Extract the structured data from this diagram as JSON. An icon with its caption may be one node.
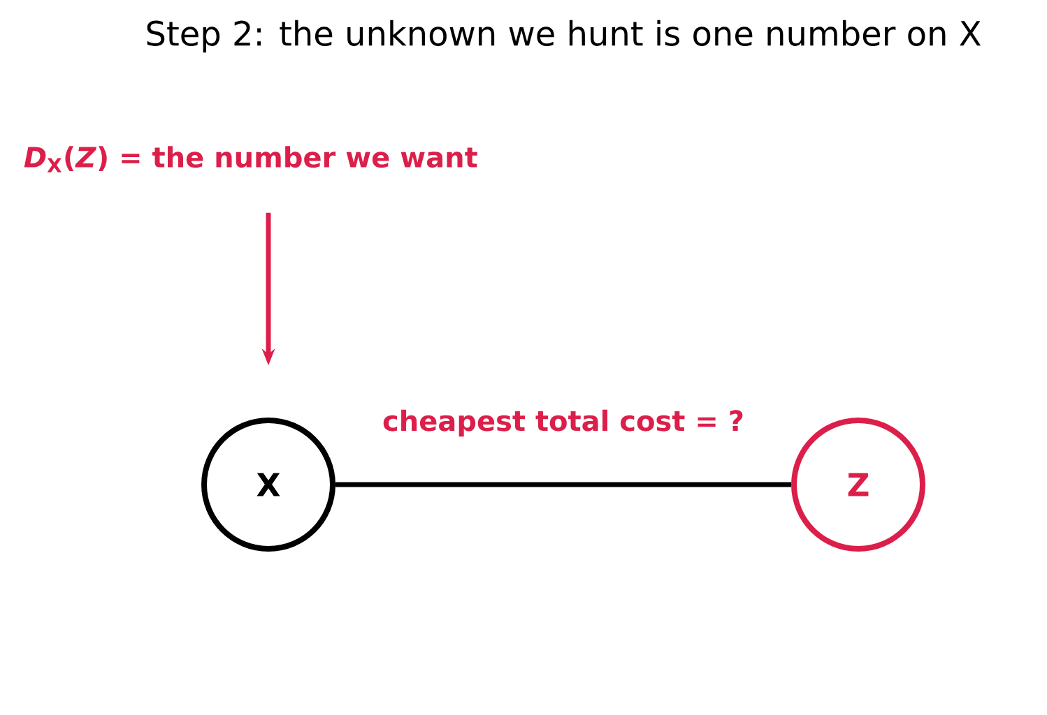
{
  "diagram": {
    "title": "Step 2: the unknown we hunt is one number on X",
    "nodes": [
      {
        "text": [
          "*D*$_{X}$(*Z*)  = the number we want"
        ]
      },
      {
        "text": [
          "X"
        ]
      },
      {
        "text": [
          "Z"
        ]
      }
    ],
    "edges": [
      {
        "from": 0,
        "to": 1,
        "arrow": "to",
        "color": "#dc1f4a"
      },
      {
        "from": 1,
        "to": 2,
        "arrow": "none",
        "color": "#000000",
        "label": "cheapest total cost = ?"
      }
    ]
  }
}
